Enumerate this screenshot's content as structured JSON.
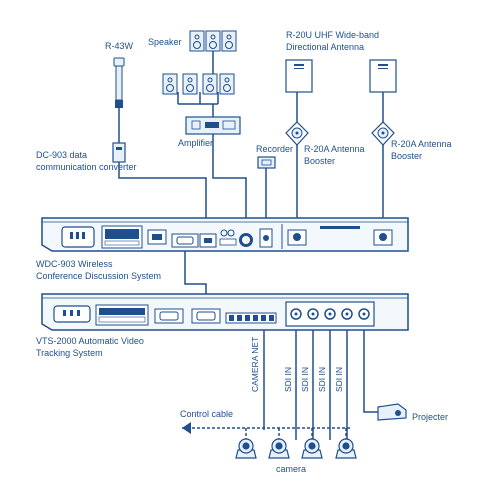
{
  "colors": {
    "line": "#1f4f8f",
    "fill": "#e8f1fa",
    "dark": "#123a6b"
  },
  "labels": {
    "r43w": "R-43W",
    "speaker": "Speaker",
    "antenna_line1": "R-20U UHF Wide-band",
    "antenna_line2": "Directional Antenna",
    "amplifier": "Amplifier",
    "dc903_line1": "DC-903 data",
    "dc903_line2": "communication converter",
    "recorder": "Recorder",
    "booster1_line1": "R-20A Antenna",
    "booster1_line2": "Booster",
    "booster2_line1": "R-20A Antenna",
    "booster2_line2": "Booster",
    "wdc_line1": "WDC-903 Wireless",
    "wdc_line2": "Conference Discussion System",
    "vts_line1": "VTS-2000 Automatic Video",
    "vts_line2": "Tracking System",
    "camera_net": "CAMERA NET",
    "sdi": "SDI IN",
    "control_cable": "Control cable",
    "camera": "camera",
    "projector": "Projecter"
  }
}
